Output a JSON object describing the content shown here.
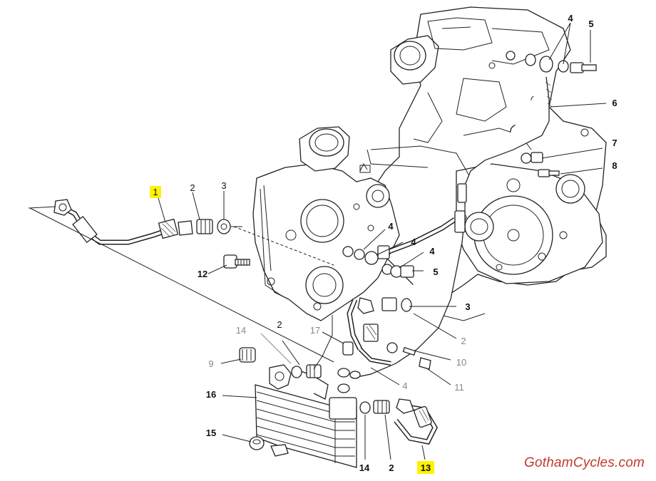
{
  "watermark": "GothamCycles.com",
  "highlight_color": "#fff200",
  "callouts": {
    "c1": "1",
    "c2a": "2",
    "c3a": "3",
    "c12": "12",
    "c4a": "4",
    "c5a": "5",
    "c6": "6",
    "c7": "7",
    "c8": "8",
    "c4b": "4",
    "c4c": "4",
    "c4d": "4",
    "c5b": "5",
    "c3b": "3",
    "c2b": "2",
    "c14a": "14",
    "c17": "17",
    "c2c": "2",
    "c9": "9",
    "c16": "16",
    "c10": "10",
    "c11": "11",
    "c4e": "4",
    "c15": "15",
    "c14b": "14",
    "c2d": "2",
    "c13": "13"
  }
}
